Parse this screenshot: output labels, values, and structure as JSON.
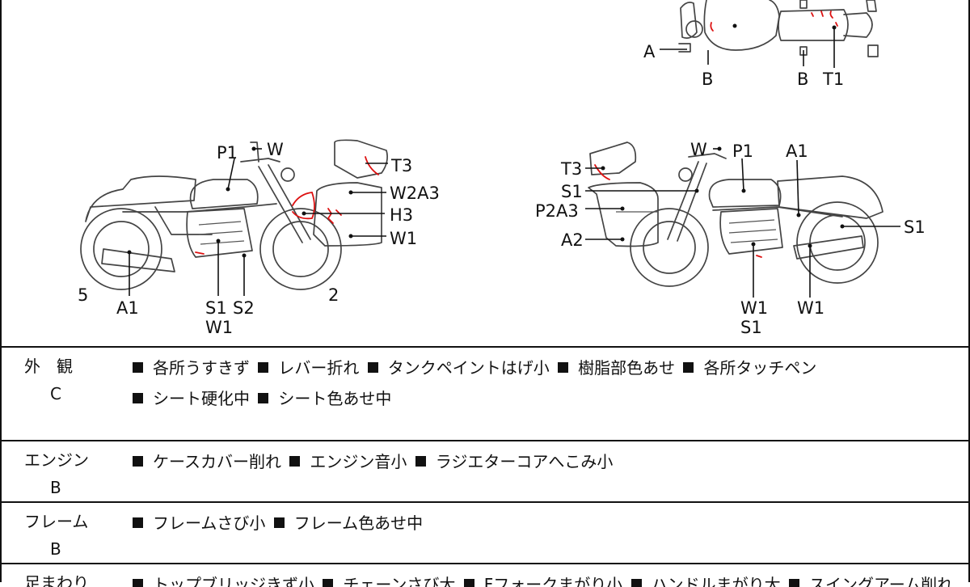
{
  "callouts": {
    "top": {
      "a": "A",
      "b_left": "B",
      "b_right": "B",
      "t1": "T1"
    },
    "left": {
      "p1": "P1",
      "w": "W",
      "t3": "T3",
      "w2a3": "W2A3",
      "h3": "H3",
      "w1": "W1",
      "five": "5",
      "a1": "A1",
      "s1": "S1",
      "s2": "S2",
      "w1b": "W1",
      "two": "2"
    },
    "right": {
      "t3": "T3",
      "s1": "S1",
      "p2a3": "P2A3",
      "a2": "A2",
      "w": "W",
      "p1": "P1",
      "a1": "A1",
      "s1r": "S1",
      "w1a": "W1",
      "s1b": "S1",
      "w1b": "W1"
    }
  },
  "rows": [
    {
      "category": "外　観",
      "grade": "C",
      "items": [
        "各所うすきず",
        "レバー折れ",
        "タンクペイントはげ小",
        "樹脂部色あせ",
        "各所タッチペン",
        "シート硬化中",
        "シート色あせ中"
      ]
    },
    {
      "category": "エンジン",
      "grade": "B",
      "items": [
        "ケースカバー削れ",
        "エンジン音小",
        "ラジエターコアへこみ小"
      ]
    },
    {
      "category": "フレーム",
      "grade": "B",
      "items": [
        "フレームさび小",
        "フレーム色あせ中"
      ]
    },
    {
      "category": "足まわり",
      "grade": "",
      "items": [
        "トップブリッジきず小",
        "チェーンさび大",
        "Fフォークまがり小",
        "ハンドルまがり大",
        "スイングアーム削れ"
      ]
    }
  ],
  "colors": {
    "ink": "#111111",
    "outline": "#444444",
    "damage_mark": "#dd1111"
  }
}
